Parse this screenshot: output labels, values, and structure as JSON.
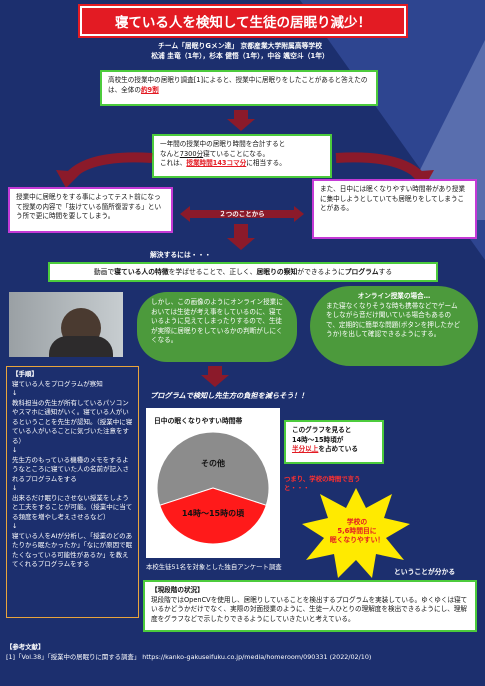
{
  "title": "寝ている人を検知して生徒の居眠り減少！",
  "authors": {
    "line1": "チーム「居眠りGメン達」 京都産業大学附属高等学校",
    "line2": "松浦 圭竜（1年），杉本 健悟（1年），中谷 颯空斗（1年）"
  },
  "intro": {
    "text1": "高校生の授業中の居眠り調査[1]によると、授業中に居眠りをしたことがあると答えたのは、全体の",
    "highlight": "約9割"
  },
  "calc": {
    "text1": "一年間の授業中の居眠り時間を合計すると",
    "text2a": "なんと",
    "highlight1": "7300分",
    "text2b": "寝ていることになる。",
    "text3a": "これは、",
    "highlight2": "授業時間143コマ分",
    "text3b": "に相当する。"
  },
  "left_note": "授業中に居眠りをする事によってテスト前になって授業の内容で「抜けている箇所復習する」という所で更に時間を要してしまう。",
  "right_note": "また、日中には眠くなりやすい時間帯があり授業に集中しようとしていても居眠りをしてしまうことがある。",
  "two_points": "２つのことから",
  "solution_lead": "解決するには・・・",
  "solution": {
    "a": "動画で",
    "b": "寝ている人の特徴",
    "c": "を学ばせることで、正しく、",
    "d": "居眠りの察知",
    "e": "ができるように",
    "f": "プログラム",
    "g": "する"
  },
  "online_left": "しかし、この画像のようにオンライン授業においては生徒が考え事をしているのに、寝ているように見えてしまったりするので、生徒が実際に居眠りをしているかの判断がしにくくなる。",
  "online_right": {
    "title": "オンライン授業の場合…",
    "body": "また寝なくなりそうな時も携帯などでゲームをしながら音だけ聞いている場合もあるので、定期的に簡単な問題(ボタンを押したかどうか)を出して確認できるようにする。"
  },
  "procedure": {
    "title": "【手順】",
    "items": [
      "寝ている人をプログラムが察知",
      "↓",
      "教科担当の先生が所有しているパソコンやスマホに通知がいく。寝ている人がいるということを先生が認知。（授業中に寝ている人がいることに気づいた注意をする）",
      "↓",
      "先生方のもっている機種のメモをするようなところに寝ていた人の名前が記入されるプログラムをする",
      "↓",
      "出来るだけ眠りにさせない授業をしようと工夫をすることが可能。（授業中に当てる頻度を増やし考えさせるなど）",
      "↓",
      "寝ている人をAIが分析し、「授業のどのあたりから眠たかったか」「なにが原因で眠たくなっている可能性があるか」を教えてくれるプログラムをする"
    ]
  },
  "program_heading": "プログラムで検知し先生方の負担を減らそう！！",
  "chart_data": {
    "type": "pie",
    "title": "日中の眠くなりやすい時間帯",
    "categories": [
      "その他",
      "14時～15時の頃"
    ],
    "values": [
      60,
      40
    ],
    "colors": [
      "#8c8c8c",
      "#ff1a1a"
    ]
  },
  "chart_caption": "本校生徒51名を対象とした独自アンケート調査",
  "graph_note": {
    "l1": "このグラフを見ると",
    "l2": "14時～15時頃が",
    "l3a": "半分以上",
    "l3b": "を占めている"
  },
  "red_note": "つまり、学校の時間で言うと・・・",
  "star": {
    "l1": "学校の",
    "l2": "5,6時間目に",
    "l3": "眠くなりやすい！"
  },
  "understood": "ということが分かる",
  "status": {
    "title": "【現段階の状況】",
    "body": "現段階ではOpenCVを使用し、居眠りしていることを検出するプログラムを実装している。ゆくゆくは寝ているかどうかだけでなく、実際の対面授業のように、生徒一人ひとりの理解度を検出できるようにし、理解度をグラフなどで示したりできるようにしていきたいと考えている。"
  },
  "refs": {
    "title": "【参考文献】",
    "item": "[1]「Vol.38」「授業中の居眠りに関する調査」 https://kanko-gakuseifuku.co.jp/media/homeroom/090331 (2022/02/10)"
  }
}
